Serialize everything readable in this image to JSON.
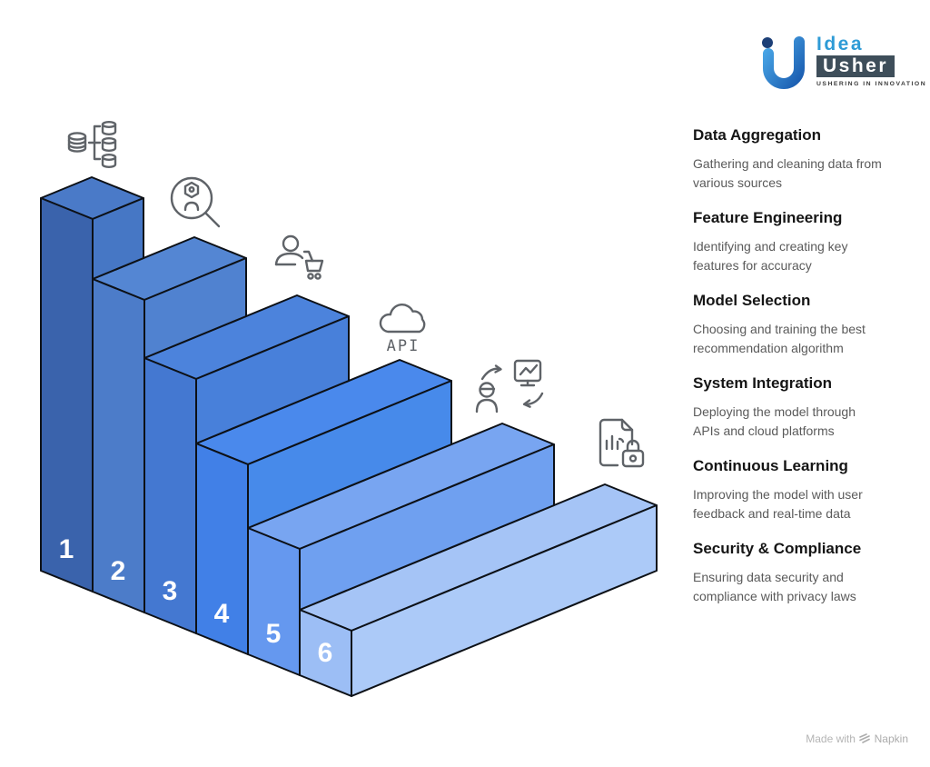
{
  "logo": {
    "brand_top": "Idea",
    "brand_bottom": "Usher",
    "tagline": "USHERING IN INNOVATION"
  },
  "steps": [
    {
      "number": "1",
      "title": "Data Aggregation",
      "desc_lines": [
        "Gathering and cleaning data from",
        "various sources"
      ],
      "icon": "data-aggregation-icon",
      "colors": {
        "front": "#3A63AC",
        "top": "#4A7AC8",
        "side": "#4677C5"
      }
    },
    {
      "number": "2",
      "title": "Feature Engineering",
      "desc_lines": [
        "Identifying and creating key",
        "features for accuracy"
      ],
      "icon": "feature-search-icon",
      "colors": {
        "front": "#4C7CC9",
        "top": "#5486D3",
        "side": "#5082D0"
      }
    },
    {
      "number": "3",
      "title": "Model Selection",
      "desc_lines": [
        "Choosing and training the best",
        "recommendation algorithm"
      ],
      "icon": "person-cart-icon",
      "colors": {
        "front": "#4478D1",
        "top": "#4C83DC",
        "side": "#4880DA"
      }
    },
    {
      "number": "4",
      "title": "System Integration",
      "desc_lines": [
        "Deploying the model through",
        "APIs and cloud platforms"
      ],
      "icon": "cloud-api-icon",
      "colors": {
        "front": "#4180E7",
        "top": "#4A89EC",
        "side": "#478AEA"
      }
    },
    {
      "number": "5",
      "title": "Continuous Learning",
      "desc_lines": [
        "Improving the model with user",
        "feedback and real-time data"
      ],
      "icon": "feedback-loop-icon",
      "colors": {
        "front": "#6598EF",
        "top": "#78A5F1",
        "side": "#6FA0F0"
      }
    },
    {
      "number": "6",
      "title": "Security & Compliance",
      "desc_lines": [
        "Ensuring data security and",
        "compliance with privacy laws"
      ],
      "icon": "document-lock-icon",
      "colors": {
        "front": "#9CBEF5",
        "top": "#A5C4F6",
        "side": "#ACCAF8"
      }
    }
  ],
  "icon_labels": {
    "api": "API"
  },
  "footer": {
    "made_with": "Made with",
    "brand": "Napkin"
  },
  "style": {
    "outline": "#0D1117",
    "icon_stroke": "#5F6368",
    "number_color": "#FFFFFF"
  }
}
